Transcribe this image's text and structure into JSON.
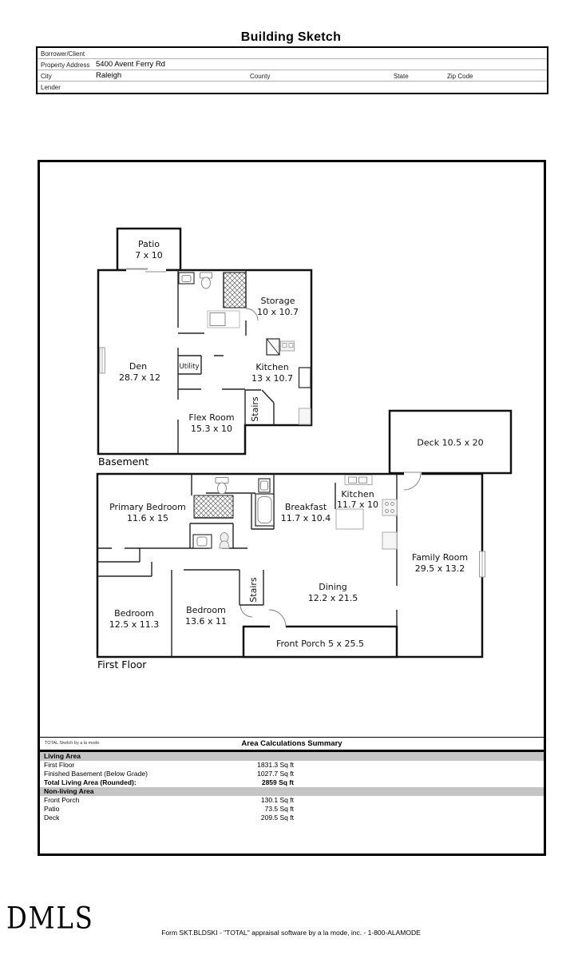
{
  "page_title": "Building Sketch",
  "form": {
    "borrower_label": "Borrower/Client",
    "property_address_label": "Property Address",
    "property_address_value": "5400 Avent Ferry Rd",
    "city_label": "City",
    "city_value": "Raleigh",
    "county_label": "County",
    "state_label": "State",
    "zip_label": "Zip Code",
    "lender_label": "Lender"
  },
  "basement": {
    "floor_label": "Basement",
    "patio": "Patio",
    "patio_dims": "7 x 10",
    "storage": "Storage",
    "storage_dims": "10 x 10.7",
    "den": "Den",
    "den_dims": "28.7 x 12",
    "utility": "Utility",
    "kitchen": "Kitchen",
    "kitchen_dims": "13 x 10.7",
    "flex": "Flex Room",
    "flex_dims": "15.3 x 10",
    "stairs": "Stairs"
  },
  "first_floor": {
    "floor_label": "First Floor",
    "deck": "Deck 10.5 x 20",
    "kitchen": "Kitchen",
    "kitchen_dims": "11.7 x 10",
    "primary": "Primary Bedroom",
    "primary_dims": "11.6 x 15",
    "breakfast": "Breakfast",
    "breakfast_dims": "11.7 x 10.4",
    "family": "Family Room",
    "family_dims": "29.5 x 13.2",
    "dining": "Dining",
    "dining_dims": "12.2 x 21.5",
    "bedroom1": "Bedroom",
    "bedroom1_dims": "12.5 x 11.3",
    "bedroom2": "Bedroom",
    "bedroom2_dims": "13.6 x 11",
    "stairs": "Stairs",
    "porch": "Front Porch 5 x 25.5"
  },
  "summary": {
    "watermark": "TOTAL Sketch by a la mode",
    "title": "Area Calculations Summary",
    "living_header": "Living Area",
    "living_rows": [
      {
        "name": "First Floor",
        "value": "1831.3 Sq ft"
      },
      {
        "name": "Finished Basement (Below Grade)",
        "value": "1027.7 Sq ft"
      },
      {
        "name": "Total Living Area (Rounded):",
        "value": "2859 Sq ft"
      }
    ],
    "nonliving_header": "Non-living Area",
    "nonliving_rows": [
      {
        "name": "Front Porch",
        "value": "130.1 Sq ft"
      },
      {
        "name": "Patio",
        "value": "73.5 Sq ft"
      },
      {
        "name": "Deck",
        "value": "209.5 Sq ft"
      }
    ]
  },
  "footer": {
    "logo": "DMLS",
    "form_text": "Form SKT.BLDSKI - \"TOTAL\" appraisal software by a la mode, inc. - 1-800-ALAMODE"
  }
}
